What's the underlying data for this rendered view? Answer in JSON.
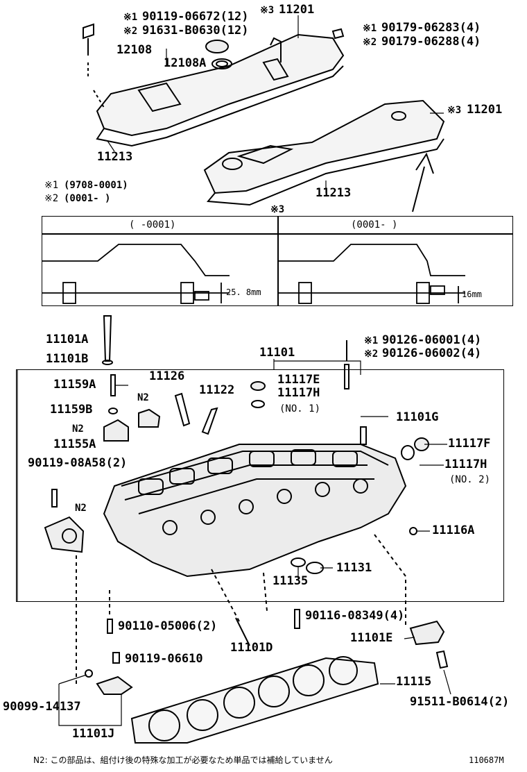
{
  "parts": {
    "p11201_a_mark": "※3",
    "p11201_a": "11201",
    "bolt_a_mark1": "※1",
    "bolt_a_pn1": "90119-06672(12)",
    "bolt_a_mark2": "※2",
    "bolt_a_pn2": "91631-B0630(12)",
    "nut_mark1": "※1",
    "nut_pn1": "90179-06283(4)",
    "nut_mark2": "※2",
    "nut_pn2": "90179-06288(4)",
    "p12108": "12108",
    "p12108A": "12108A",
    "p11213_a": "11213",
    "p11201_b_mark": "※3",
    "p11201_b": "11201",
    "p11213_b": "11213",
    "p11101A": "11101A",
    "p11101B": "11101B",
    "p11101": "11101",
    "stud_mark1": "※1",
    "stud_pn1": "90126-06001(4)",
    "stud_mark2": "※2",
    "stud_pn2": "90126-06002(4)",
    "p11159A": "11159A",
    "p11126": "11126",
    "p11122": "11122",
    "p11117E": "11117E",
    "p11117H_1": "11117H",
    "no1": "(NO. 1)",
    "n2_a": "N2",
    "p11159B": "11159B",
    "n2_b": "N2",
    "p11155A": "11155A",
    "p90119_08A58": "90119-08A58(2)",
    "p11101G": "11101G",
    "p11117F": "11117F",
    "p11117H_2": "11117H",
    "no2": "(NO. 2)",
    "n2_c": "N2",
    "p11116A": "11116A",
    "p11131": "11131",
    "p11135": "11135",
    "p90110": "90110-05006(2)",
    "p90116": "90116-08349(4)",
    "p11101E": "11101E",
    "p11101D": "11101D",
    "p90119_06610": "90119-06610",
    "p11115": "11115",
    "p90099": "90099-14137",
    "p91511": "91511-B0614(2)",
    "p11101J": "11101J"
  },
  "date_notes": {
    "l1_mark": "※1",
    "l1_text": "(9708-0001)",
    "l2_mark": "※2",
    "l2_text": "(0001-      )"
  },
  "detail_box": {
    "title": "※3",
    "left_header": "(      -0001)",
    "right_header": "(0001-      )",
    "left_dim": "25. 8mm",
    "right_dim": "16mm"
  },
  "footer": {
    "note": "N2: この部品は、組付け後の特殊な加工が必要なため単品では補給していません",
    "diagram_id": "110687M"
  }
}
